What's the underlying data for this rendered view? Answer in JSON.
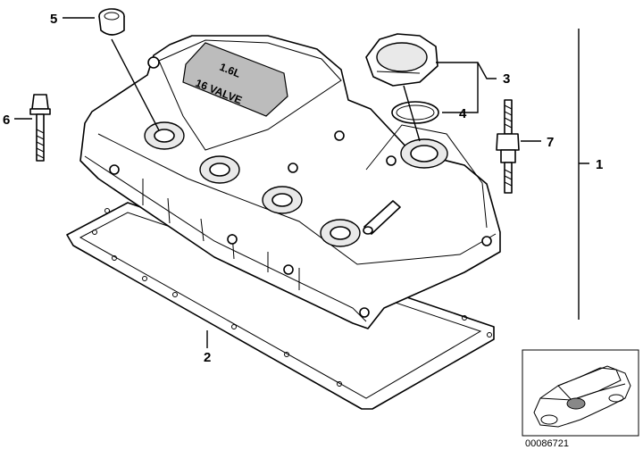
{
  "callouts": {
    "c1": "1",
    "c2": "2",
    "c3": "3",
    "c4": "4",
    "c5": "5",
    "c6": "6",
    "c7": "7"
  },
  "cover_label": {
    "line1": "1.6L",
    "line2": "16 VALVE"
  },
  "diagram_number": "00086721"
}
